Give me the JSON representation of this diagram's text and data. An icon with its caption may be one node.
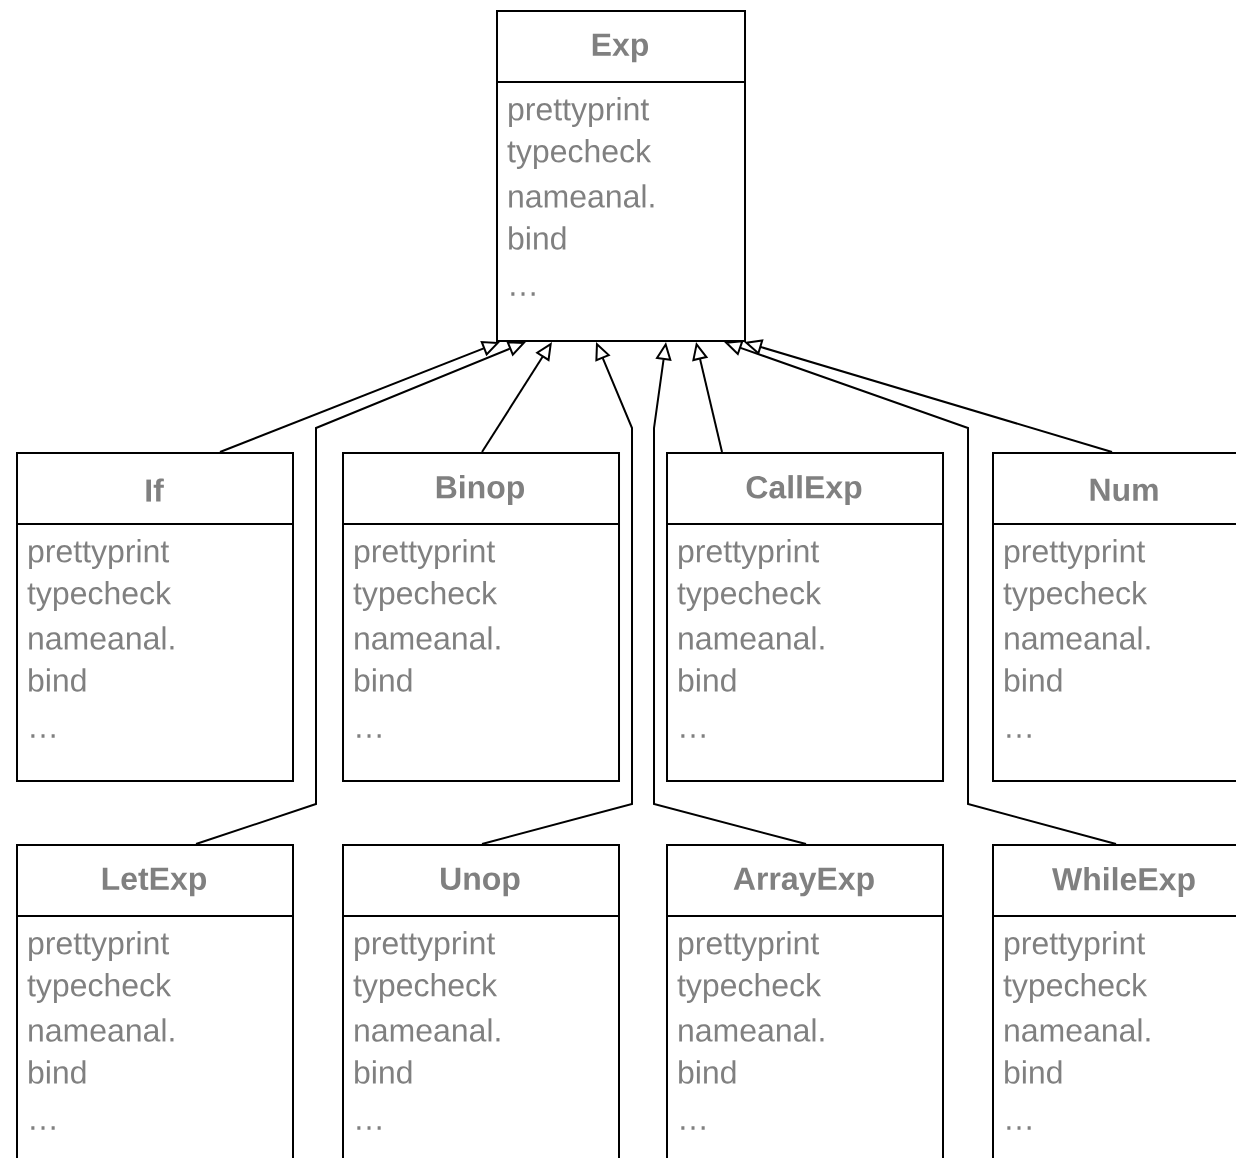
{
  "diagram": {
    "nodes": [
      {
        "text": [
          "Exp",
          "prettyprint",
          "typecheck",
          "nameanal.",
          "bind",
          "…"
        ]
      },
      {
        "text": [
          "If",
          "prettyprint",
          "typecheck",
          "nameanal.",
          "bind",
          "…"
        ]
      },
      {
        "text": [
          "Binop",
          "prettyprint",
          "typecheck",
          "nameanal.",
          "bind",
          "…"
        ]
      },
      {
        "text": [
          "CallExp",
          "prettyprint",
          "typecheck",
          "nameanal.",
          "bind",
          "…"
        ]
      },
      {
        "text": [
          "Num",
          "prettyprint",
          "typecheck",
          "nameanal.",
          "bind",
          "…"
        ]
      },
      {
        "text": [
          "LetExp",
          "prettyprint",
          "typecheck",
          "nameanal.",
          "bind",
          "…"
        ]
      },
      {
        "text": [
          "Unop",
          "prettyprint",
          "typecheck",
          "nameanal.",
          "bind",
          "…"
        ]
      },
      {
        "text": [
          "ArrayExp",
          "prettyprint",
          "typecheck",
          "nameanal.",
          "bind",
          "…"
        ]
      },
      {
        "text": [
          "WhileExp",
          "prettyprint",
          "typecheck",
          "nameanal.",
          "bind",
          "…"
        ]
      }
    ],
    "edges": [
      {
        "from": 1,
        "to": 0,
        "arrow": "to"
      },
      {
        "from": 5,
        "to": 0,
        "arrow": "to"
      },
      {
        "from": 2,
        "to": 0,
        "arrow": "to"
      },
      {
        "from": 6,
        "to": 0,
        "arrow": "to"
      },
      {
        "from": 7,
        "to": 0,
        "arrow": "to"
      },
      {
        "from": 3,
        "to": 0,
        "arrow": "to"
      },
      {
        "from": 8,
        "to": 0,
        "arrow": "to"
      },
      {
        "from": 4,
        "to": 0,
        "arrow": "to"
      }
    ]
  }
}
